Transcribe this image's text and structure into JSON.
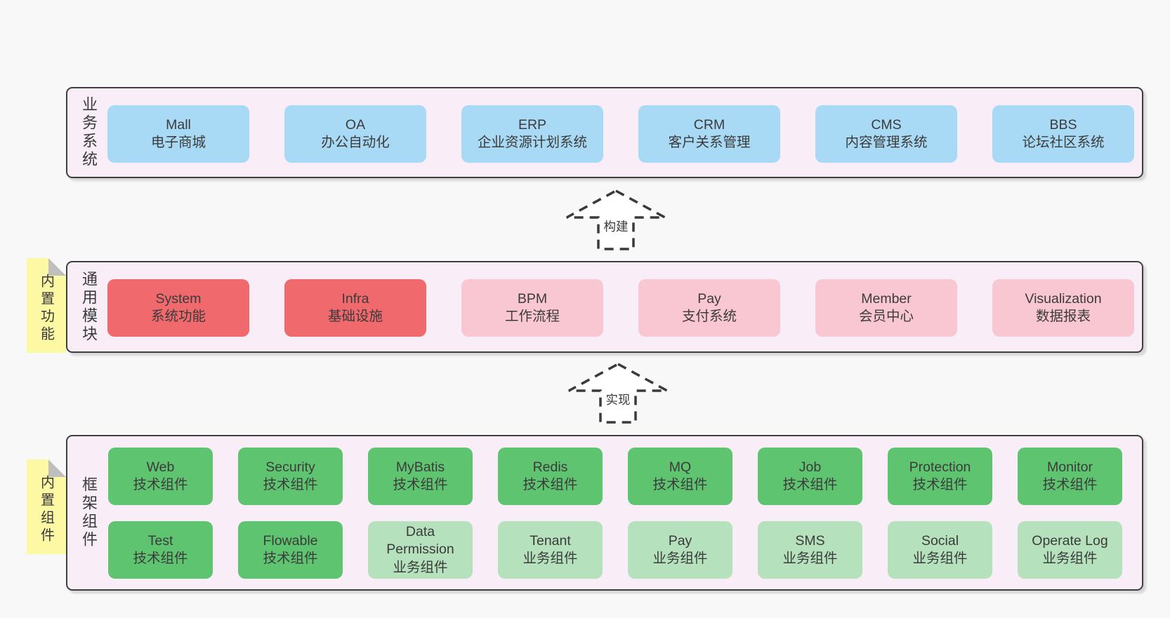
{
  "colors": {
    "page_bg": "#f8f8f8",
    "layer_bg": "#f9eef7",
    "border": "#3f3f3f",
    "text": "#3a3a3a",
    "blue": "#a9daf5",
    "red": "#f0696c",
    "pink": "#f9c7d2",
    "green": "#5ec470",
    "light_green": "#b5e2bd",
    "yellow": "#fcf8a3",
    "fold": "#bfbfbf"
  },
  "arrows": [
    {
      "label": "构建"
    },
    {
      "label": "实现"
    }
  ],
  "layers": [
    {
      "label": "业务系统",
      "boxes": [
        {
          "title": "Mall",
          "subtitle": "电子商城",
          "variant": "blue"
        },
        {
          "title": "OA",
          "subtitle": "办公自动化",
          "variant": "blue"
        },
        {
          "title": "ERP",
          "subtitle": "企业资源计划系统",
          "variant": "blue"
        },
        {
          "title": "CRM",
          "subtitle": "客户关系管理",
          "variant": "blue"
        },
        {
          "title": "CMS",
          "subtitle": "内容管理系统",
          "variant": "blue"
        },
        {
          "title": "BBS",
          "subtitle": "论坛社区系统",
          "variant": "blue"
        }
      ]
    },
    {
      "label": "通用模块",
      "note": "内置功能",
      "boxes": [
        {
          "title": "System",
          "subtitle": "系统功能",
          "variant": "red"
        },
        {
          "title": "Infra",
          "subtitle": "基础设施",
          "variant": "red"
        },
        {
          "title": "BPM",
          "subtitle": "工作流程",
          "variant": "pink"
        },
        {
          "title": "Pay",
          "subtitle": "支付系统",
          "variant": "pink"
        },
        {
          "title": "Member",
          "subtitle": "会员中心",
          "variant": "pink"
        },
        {
          "title": "Visualization",
          "subtitle": "数据报表",
          "variant": "pink"
        }
      ]
    },
    {
      "label": "框架组件",
      "note": "内置组件",
      "rows": [
        [
          {
            "title": "Web",
            "subtitle": "技术组件",
            "variant": "green"
          },
          {
            "title": "Security",
            "subtitle": "技术组件",
            "variant": "green"
          },
          {
            "title": "MyBatis",
            "subtitle": "技术组件",
            "variant": "green"
          },
          {
            "title": "Redis",
            "subtitle": "技术组件",
            "variant": "green"
          },
          {
            "title": "MQ",
            "subtitle": "技术组件",
            "variant": "green"
          },
          {
            "title": "Job",
            "subtitle": "技术组件",
            "variant": "green"
          },
          {
            "title": "Protection",
            "subtitle": "技术组件",
            "variant": "green"
          },
          {
            "title": "Monitor",
            "subtitle": "技术组件",
            "variant": "green"
          }
        ],
        [
          {
            "title": "Test",
            "subtitle": "技术组件",
            "variant": "green"
          },
          {
            "title": "Flowable",
            "subtitle": "技术组件",
            "variant": "green"
          },
          {
            "title": "Data Permission",
            "subtitle": "业务组件",
            "variant": "light_green"
          },
          {
            "title": "Tenant",
            "subtitle": "业务组件",
            "variant": "light_green"
          },
          {
            "title": "Pay",
            "subtitle": "业务组件",
            "variant": "light_green"
          },
          {
            "title": "SMS",
            "subtitle": "业务组件",
            "variant": "light_green"
          },
          {
            "title": "Social",
            "subtitle": "业务组件",
            "variant": "light_green"
          },
          {
            "title": "Operate Log",
            "subtitle": "业务组件",
            "variant": "light_green"
          }
        ]
      ]
    }
  ]
}
